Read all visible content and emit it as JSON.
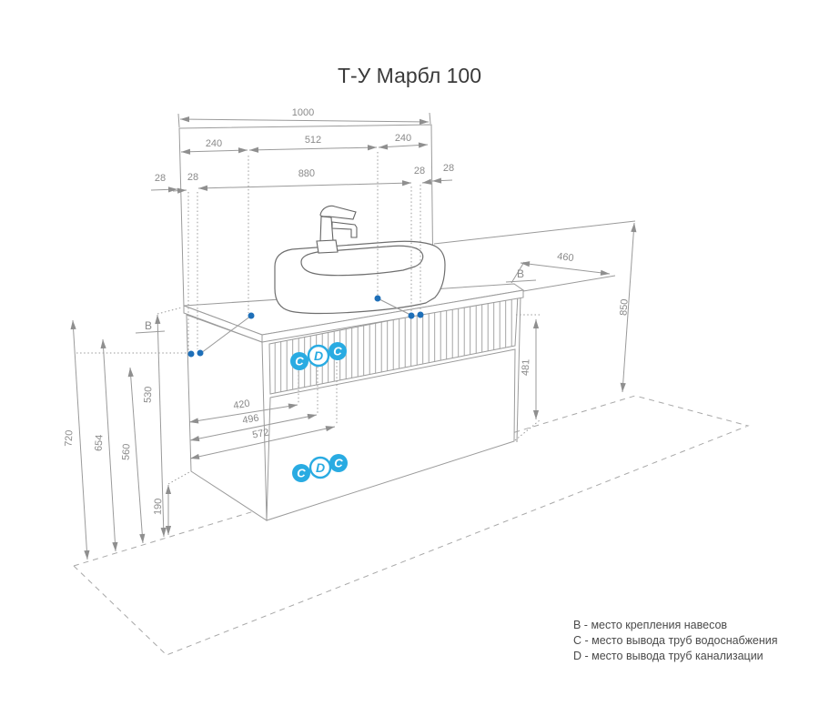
{
  "title": "Т-У Марбл 100",
  "colors": {
    "accent": "#29abe2",
    "dot_blue": "#1e6fb8",
    "drawing_line": "#9b9b9b",
    "dimension_text": "#8a8a8a"
  },
  "dims": {
    "w1000": "1000",
    "w240l": "240",
    "w512": "512",
    "w240r": "240",
    "w880": "880",
    "off28": "28",
    "d460": "460",
    "h850": "850",
    "h481": "481",
    "h720": "720",
    "h654": "654",
    "h560": "560",
    "h530": "530",
    "h190": "190",
    "p420": "420",
    "p496": "496",
    "p572": "572"
  },
  "markers": {
    "b": "B",
    "c": "C",
    "d": "D"
  },
  "legend": [
    "B - место крепления навесов",
    "C - место вывода труб водоснабжения",
    "D - место вывода труб канализации"
  ]
}
